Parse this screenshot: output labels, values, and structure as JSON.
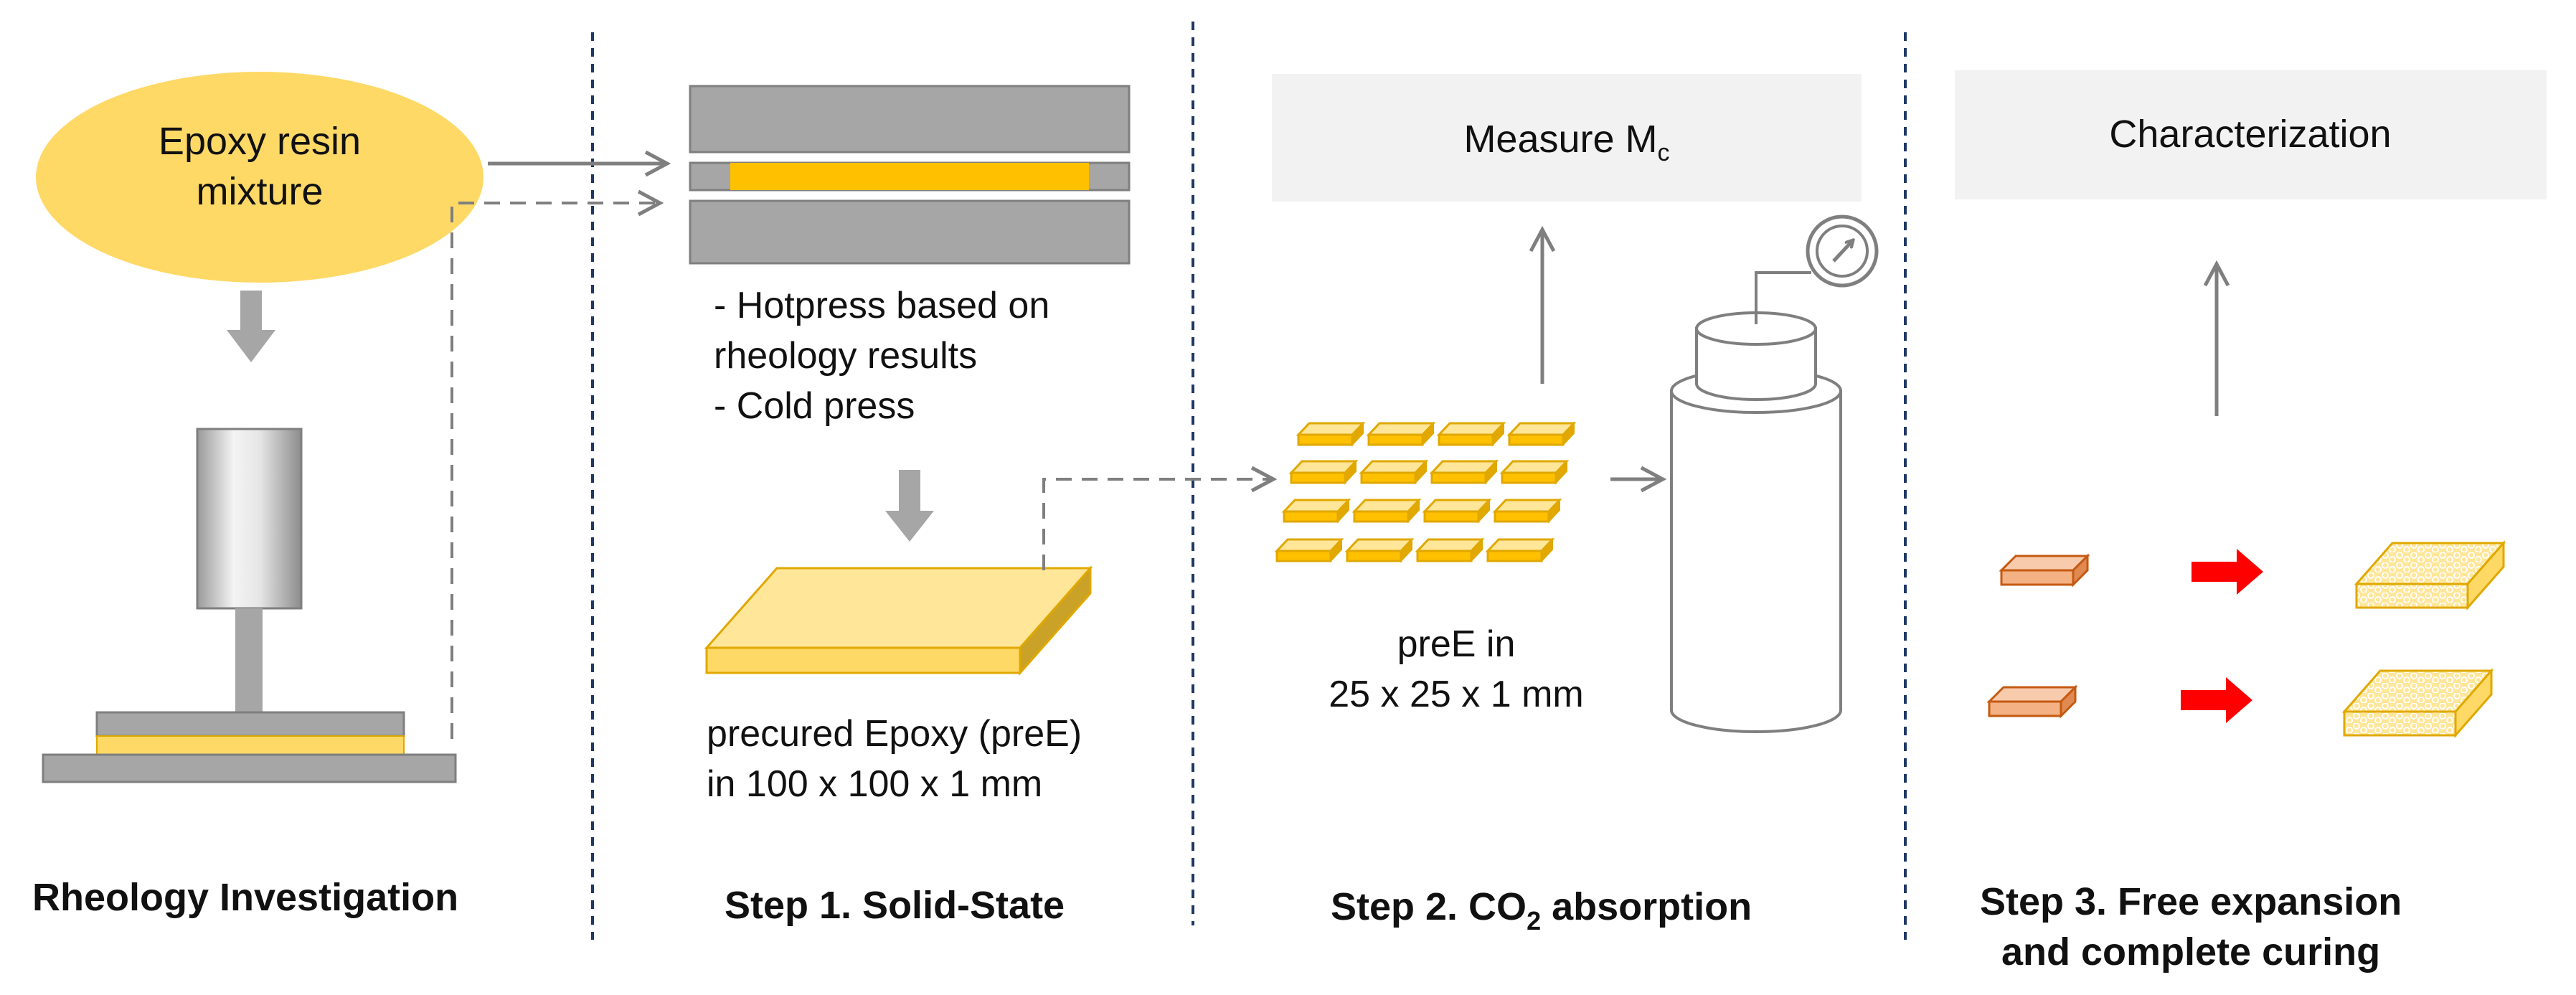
{
  "panels": {
    "rheology": {
      "bubble_line1": "Epoxy resin",
      "bubble_line2": "mixture",
      "title": "Rheology Investigation"
    },
    "step1": {
      "note_line1": "- Hotpress based on",
      "note_line2": "rheology results",
      "note_line3": "- Cold press",
      "product_line1": "precured Epoxy (preE)",
      "product_line2": "in 100 x 100 x 1 mm",
      "title": "Step 1. Solid-State"
    },
    "step2": {
      "box_label": "Measure M",
      "box_label_sub": "c",
      "sample_line1": "preE in",
      "sample_line2": "25 x 25 x 1 mm",
      "title_pre": "Step 2. CO",
      "title_sub": "2",
      "title_post": " absorption"
    },
    "step3": {
      "box_label": "Characterization",
      "title_line1": "Step 3. Free expansion",
      "title_line2": "and complete curing"
    }
  },
  "colors": {
    "epoxy_fill": "#FFD966",
    "epoxy_dark": "#FFC000",
    "epoxy_edge": "#E0A800",
    "plate_gray": "#A6A6A6",
    "plate_edge": "#7F7F7F",
    "arrow_gray": "#7F7F7F",
    "box_fill": "#F2F2F2",
    "sample_orange": "#F4B183",
    "sample_orange_edge": "#C55A11",
    "red_arrow": "#FF0000",
    "divider": "#1F3864"
  }
}
